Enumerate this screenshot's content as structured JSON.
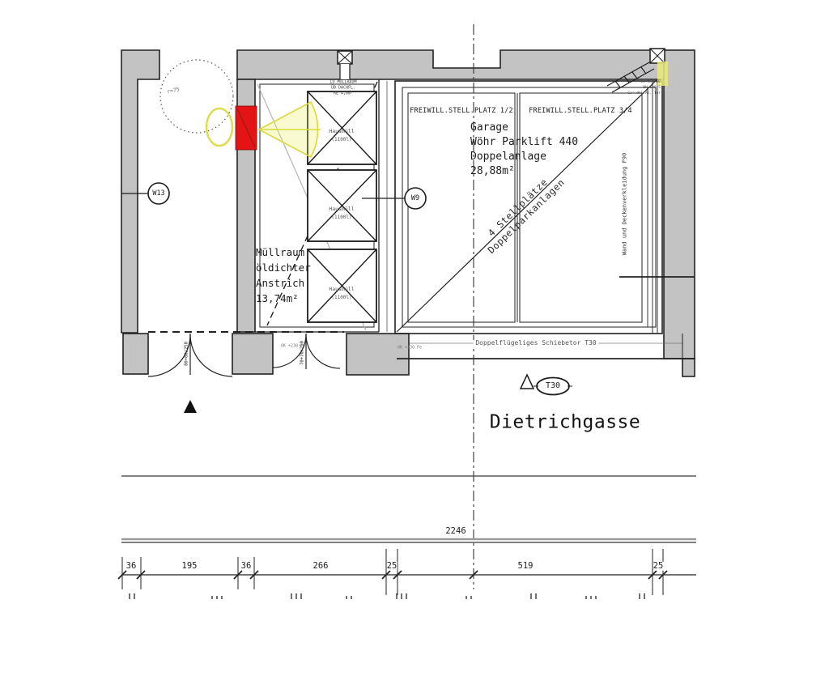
{
  "street": {
    "name": "Dietrichgasse"
  },
  "rooms": {
    "muellraum": {
      "l1": "Müllraum",
      "l2": "öldichter",
      "l3": "Anstrich",
      "l4": "13,74m²",
      "vent1": "LÜ MÜLLRAUM",
      "vent2": "ÜB DACHFL.",
      "vent3": "RE 4,0m²"
    },
    "garage": {
      "l1": "Garage",
      "l2": "Wöhr Parklift 440",
      "l3": "Doppelanlage",
      "l4": "28,88m²",
      "stall_left": "FREIWILL.STELL.PLATZ 1/2",
      "stall_right": "FREIWILL.STELL.PLATZ 3/4",
      "diag1": "4 Stellplätze",
      "diag2": "Doppelparkanlagen",
      "wall_note": "Wand und Deckenverkleidung F90",
      "gate": "Doppelflügeliges Schiebetor T30",
      "corner1": "LÜ GARAGE",
      "corner2": "BH 199,5",
      "corner3": "Ca' dkl.Al. Tor"
    }
  },
  "bins": {
    "name": "Hausmüll",
    "size": "(1100l)"
  },
  "markers": {
    "w13": "W13",
    "w9": "W9",
    "t30": "T30",
    "radius": "r=75"
  },
  "doors": {
    "door1_dim": "80+80/250",
    "door2_dim": "70+70/250",
    "level1": "OK +230 Fe",
    "level2": "OK +230 Fe"
  },
  "dimensions": {
    "total": "2246",
    "segments": [
      "36",
      "195",
      "36",
      "266",
      "25",
      "519",
      "25"
    ]
  },
  "colors": {
    "wall": "#c3c3c3",
    "fire_door_red": "#e41414",
    "highlight_yellow": "#e9e97e"
  }
}
